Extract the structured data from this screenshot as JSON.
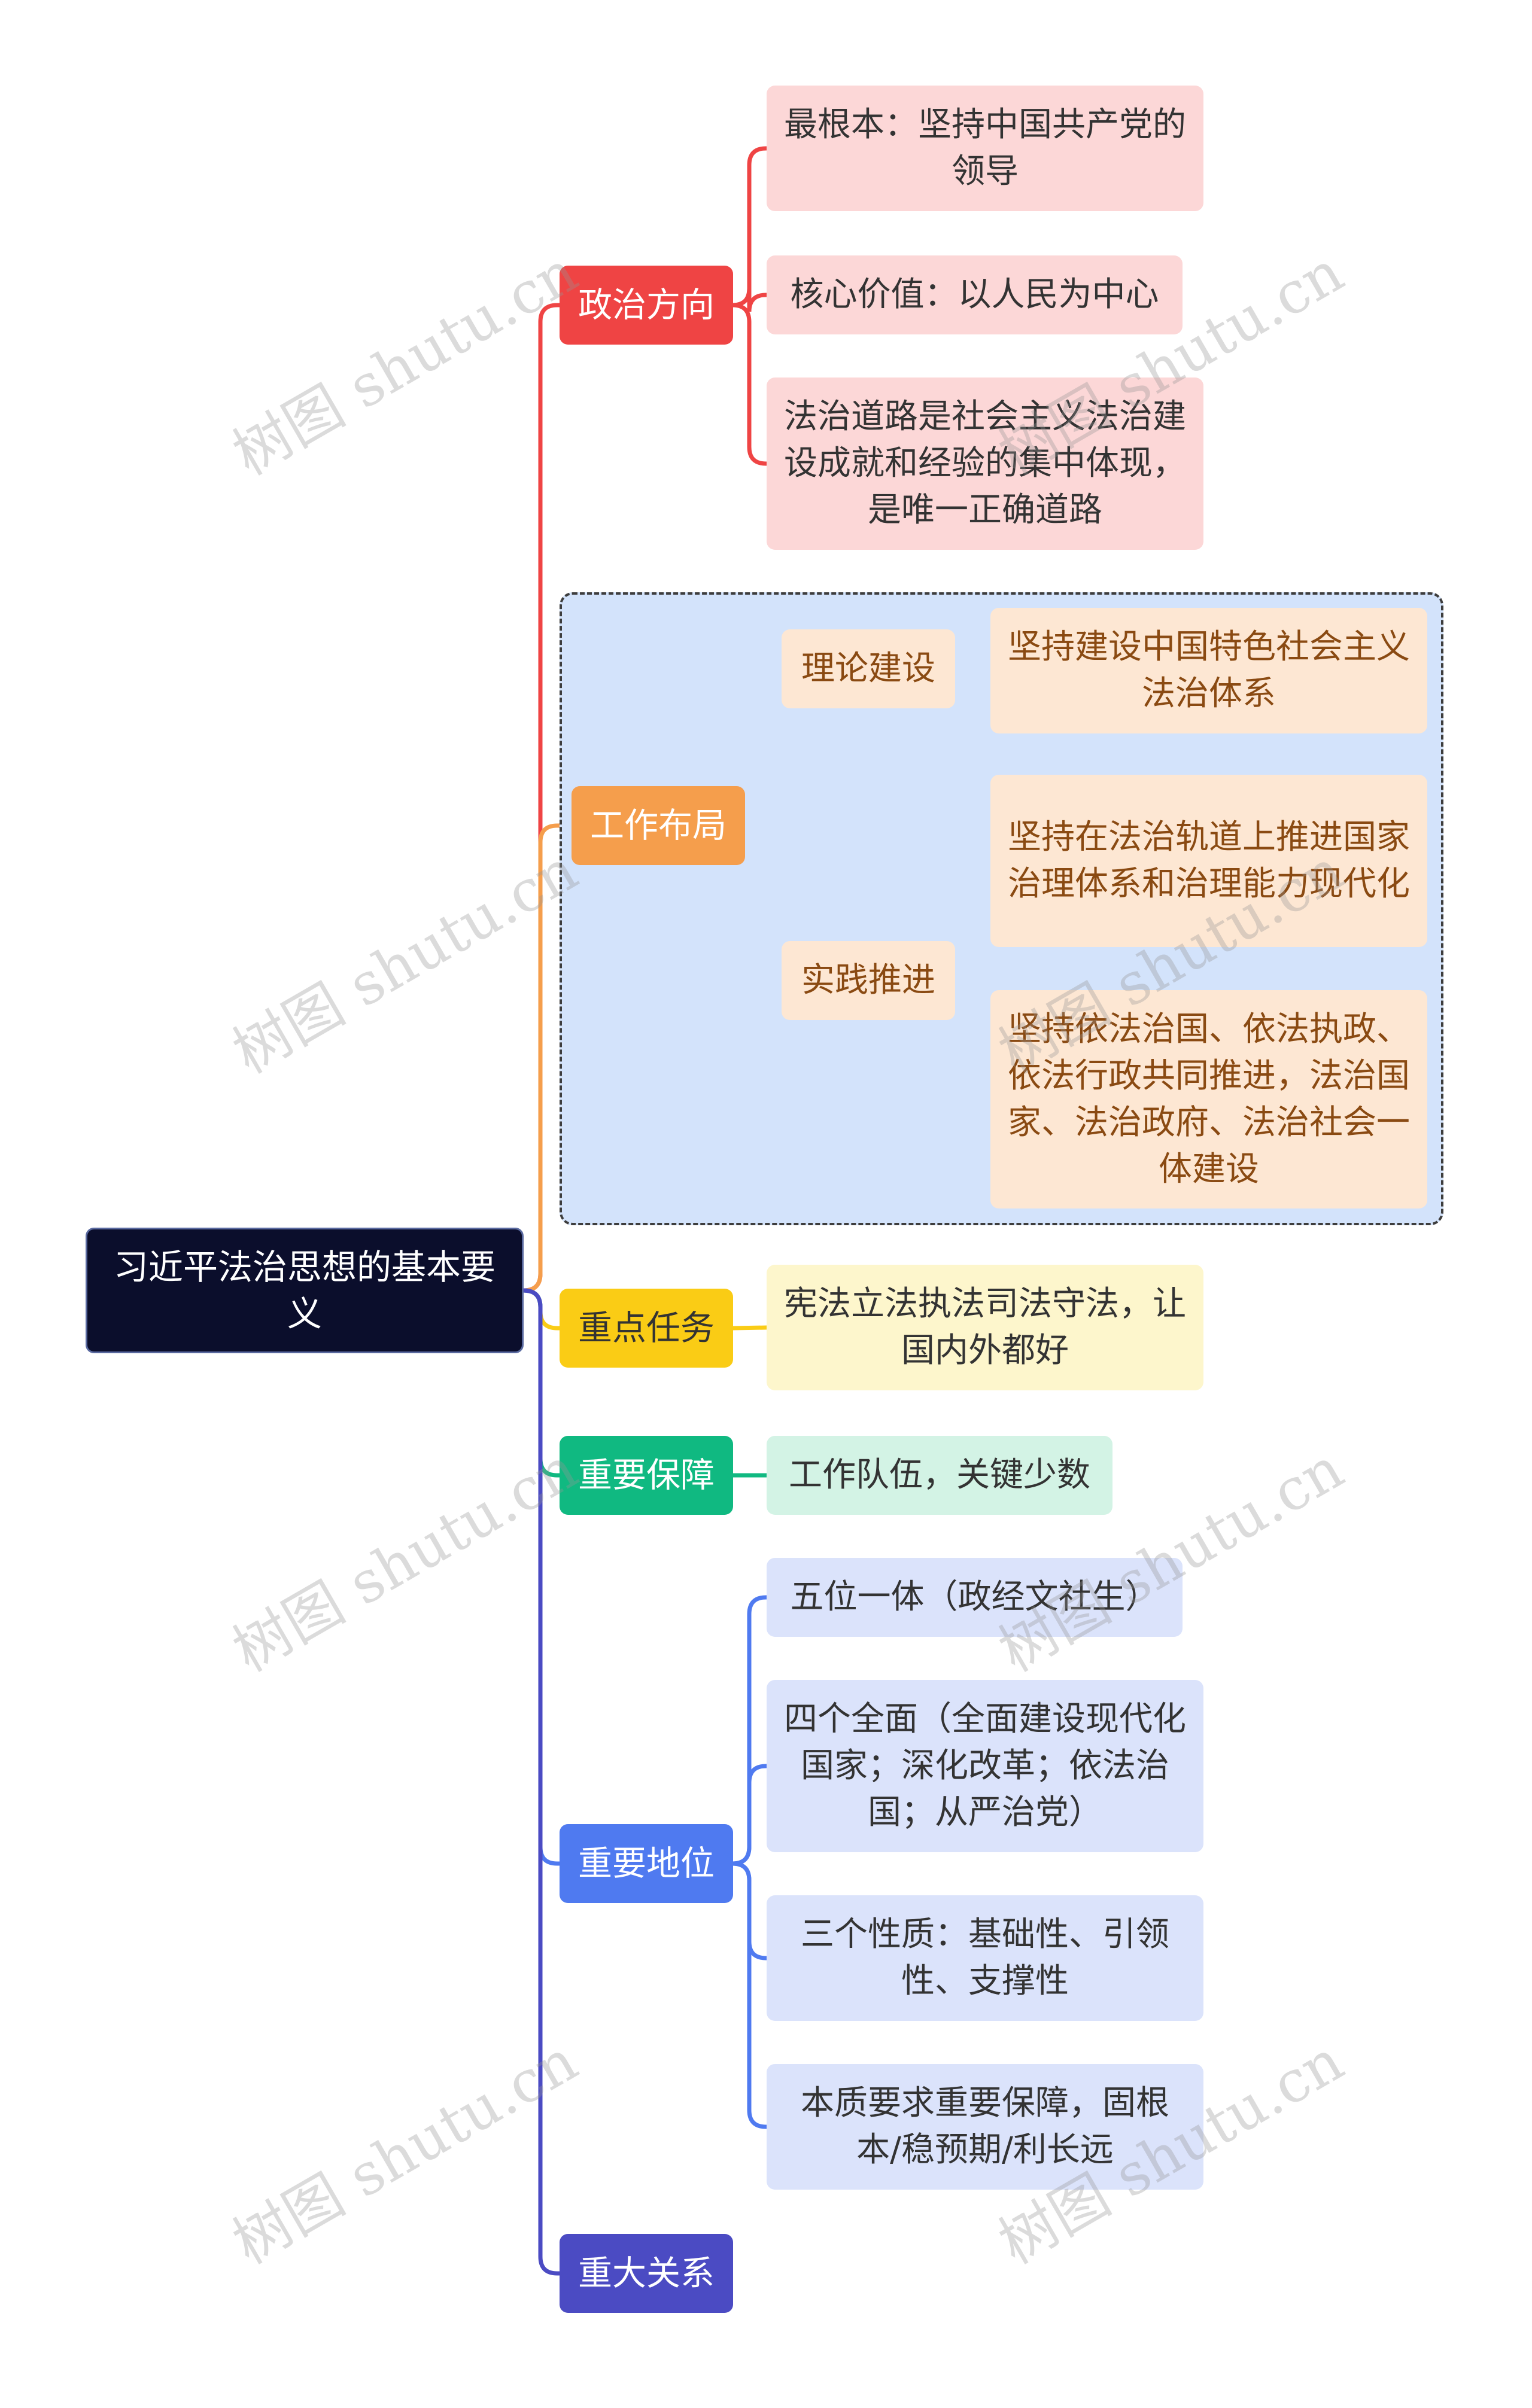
{
  "root": {
    "label": "习近平法治思想的基本要义"
  },
  "branches": {
    "political": {
      "label": "政治方向",
      "items": [
        "最根本：坚持中国共产党的领导",
        "核心价值：以人民为中心",
        "法治道路是社会主义法治建设成就和经验的集中体现，是唯一正确道路"
      ]
    },
    "work": {
      "label": "工作布局",
      "theory": {
        "label": "理论建设",
        "items": [
          "坚持建设中国特色社会主义法治体系"
        ]
      },
      "practice": {
        "label": "实践推进",
        "items": [
          "坚持在法治轨道上推进国家治理体系和治理能力现代化",
          "坚持依法治国、依法执政、依法行政共同推进，法治国家、法治政府、法治社会一体建设"
        ]
      }
    },
    "key_task": {
      "label": "重点任务",
      "items": [
        "宪法立法执法司法守法，让国内外都好"
      ]
    },
    "guarantee": {
      "label": "重要保障",
      "items": [
        "工作队伍，关键少数"
      ]
    },
    "status": {
      "label": "重要地位",
      "items": [
        "五位一体（政经文社生）",
        "四个全面（全面建设现代化国家；深化改革；依法治国；从严治党）",
        "三个性质：基础性、引领性、支撑性",
        "本质要求重要保障，固根本/稳预期/利长远"
      ]
    },
    "relations": {
      "label": "重大关系"
    }
  },
  "colors": {
    "political": "#ef4444",
    "political_leaf": "#fcd7d7",
    "work": "#f59e4c",
    "work_leaf": "#fde7d3",
    "key_task": "#facc15",
    "key_task_leaf": "#fdf6cc",
    "guarantee": "#10b981",
    "guarantee_leaf": "#d3f3e5",
    "status": "#4f7af0",
    "status_leaf": "#dbe3fb",
    "relations": "#4b4bc3",
    "frame_fill": "#d3e3fb",
    "root_fill": "#0b0e2c"
  },
  "watermark": "树图 shutu.cn"
}
